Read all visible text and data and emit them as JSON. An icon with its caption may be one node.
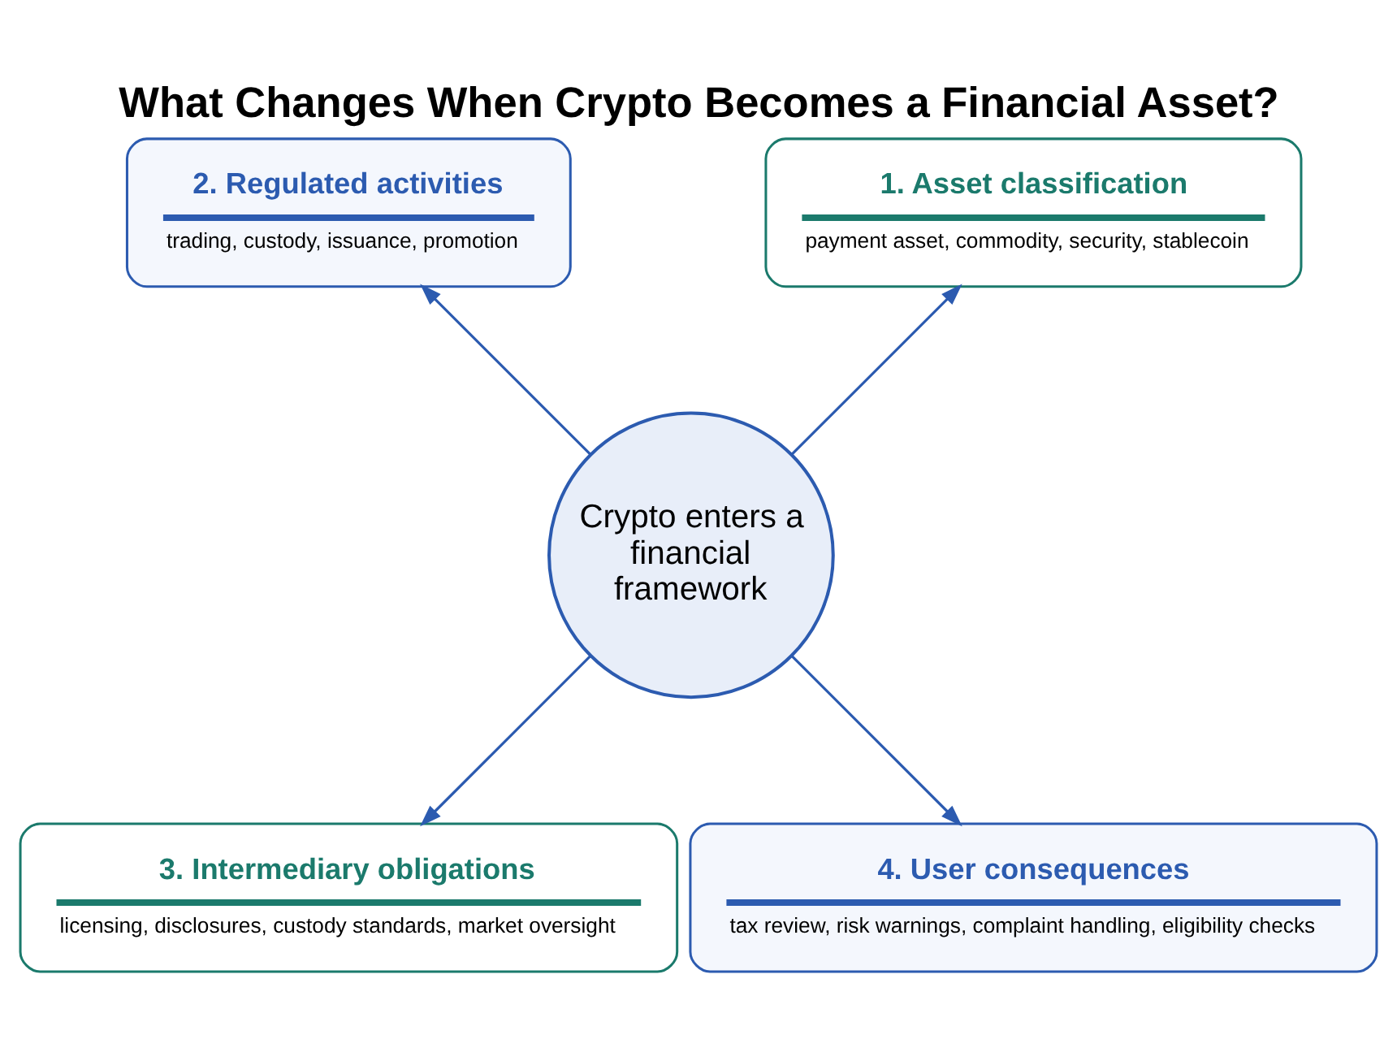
{
  "diagram": {
    "title": "What Changes When Crypto Becomes a Financial Asset?",
    "nodes": [
      {
        "text": [
          "Crypto enters a financial framework"
        ]
      },
      {
        "text": [
          "1. Asset classification",
          "payment asset, commodity, security, stablecoin"
        ]
      },
      {
        "text": [
          "2. Regulated activities",
          "trading, custody, issuance, promotion"
        ]
      },
      {
        "text": [
          "3. Intermediary obligations",
          "licensing, disclosures, custody standards, market oversight"
        ]
      },
      {
        "text": [
          "4. User consequences",
          "tax review, risk warnings, complaint handling, eligibility checks"
        ]
      }
    ],
    "edges": [
      {
        "from": 0,
        "to": 1,
        "arrow": "to"
      },
      {
        "from": 0,
        "to": 2,
        "arrow": "to"
      },
      {
        "from": 0,
        "to": 3,
        "arrow": "to"
      },
      {
        "from": 0,
        "to": 4,
        "arrow": "to"
      }
    ]
  }
}
